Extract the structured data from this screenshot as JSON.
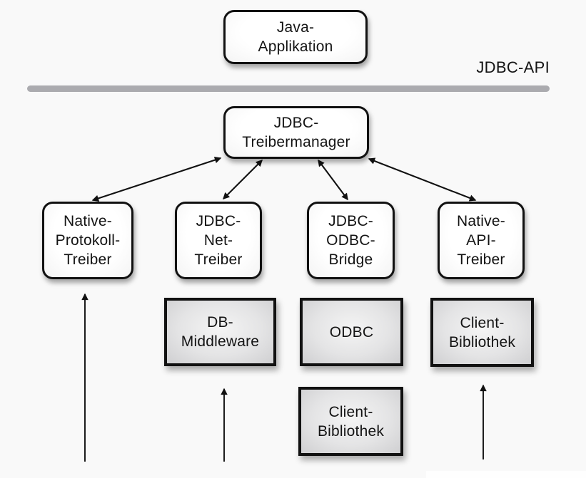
{
  "diagram": {
    "api_label": "JDBC-API",
    "colors": {
      "background": "#f9f9f9",
      "divider": "#ababaf",
      "box_border": "#111111",
      "gray_box_fill": "#e0e0e2",
      "white_box_fill": "#ffffff",
      "arrow": "#111111"
    },
    "nodes": {
      "java_application": "Java-\nApplikation",
      "treibermanager": "JDBC-\nTreibermanager",
      "native_protokoll_treiber": "Native-\nProtokoll-\nTreiber",
      "jdbc_net_treiber": "JDBC-\nNet-\nTreiber",
      "jdbc_odbc_bridge": "JDBC-\nODBC-\nBridge",
      "native_api_treiber": "Native-\nAPI-\nTreiber",
      "db_middleware": "DB-\nMiddleware",
      "odbc": "ODBC",
      "client_bibliothek_odbc": "Client-\nBibliothek",
      "client_bibliothek_native": "Client-\nBibliothek"
    }
  }
}
